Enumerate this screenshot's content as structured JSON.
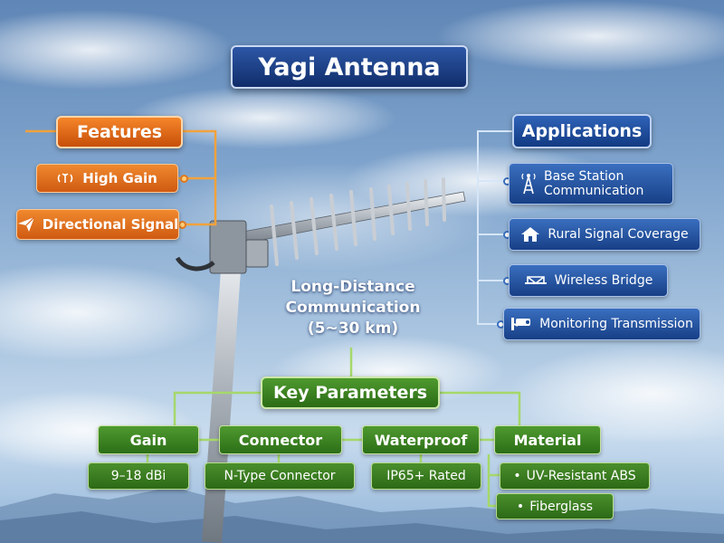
{
  "title": "Yagi Antenna",
  "features": {
    "heading": "Features",
    "items": [
      {
        "label": "High Gain",
        "icon": "signal-waves-icon"
      },
      {
        "label": "Directional Signal",
        "icon": "paper-plane-icon"
      }
    ]
  },
  "applications": {
    "heading": "Applications",
    "items": [
      {
        "label_line1": "Base Station",
        "label_line2": "Communication",
        "icon": "cell-tower-icon"
      },
      {
        "label": "Rural Signal Coverage",
        "icon": "house-icon"
      },
      {
        "label": "Wireless Bridge",
        "icon": "bridge-icon"
      },
      {
        "label": "Monitoring Transmission",
        "icon": "security-camera-icon"
      }
    ]
  },
  "callout": {
    "line1": "Long-Distance",
    "line2": "Communication",
    "line3": "(5~30 km)"
  },
  "parameters": {
    "heading": "Key Parameters",
    "items": [
      {
        "name": "Gain",
        "value": "9–18 dBi"
      },
      {
        "name": "Connector",
        "value": "N-Type Connector"
      },
      {
        "name": "Waterproof",
        "value": "IP65+ Rated"
      },
      {
        "name": "Material",
        "values": [
          "UV-Resistant ABS",
          "Fiberglass"
        ]
      }
    ]
  },
  "colors": {
    "orange": "#e06a1a",
    "blue": "#1d4a96",
    "green": "#3b8022",
    "orange_line": "#f2a23c",
    "blue_line": "#cfe2f7",
    "green_line": "#a5d86a"
  }
}
